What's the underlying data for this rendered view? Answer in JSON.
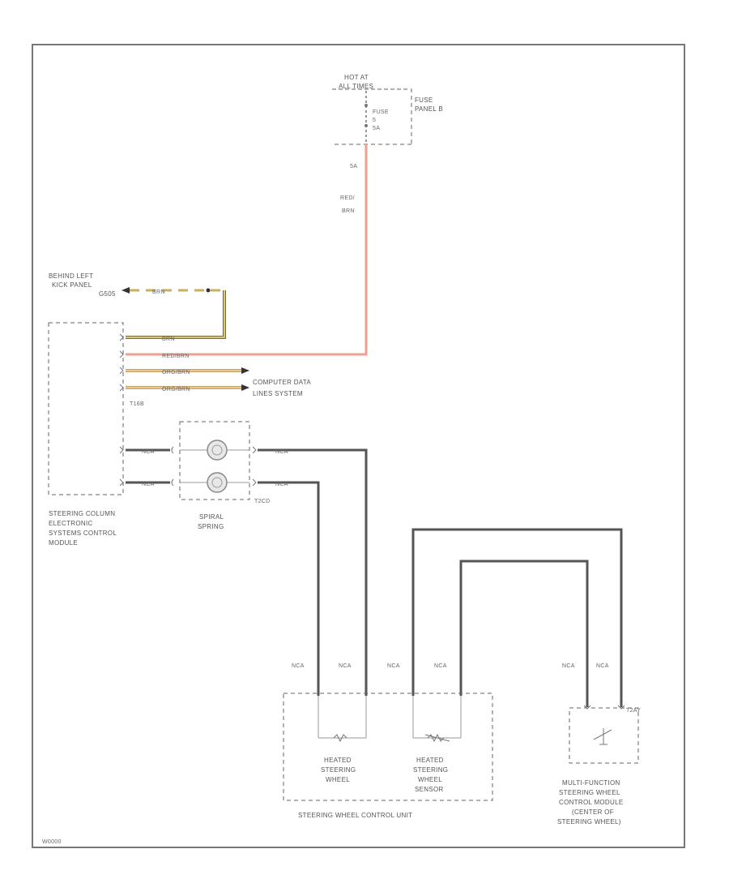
{
  "fuse_panel": {
    "hot_at_line1": "HOT AT",
    "hot_at_line2": "ALL TIMES",
    "fuse_label_line1": "FUSE",
    "fuse_label_line2": "5",
    "fuse_label_line3": "5A",
    "panel_label_line1": "FUSE",
    "panel_label_line2": "PANEL B",
    "pin": "5A"
  },
  "wires": {
    "red_brn_line1": "RED/",
    "red_brn_line2": "BRN",
    "ground_brn": "BRN",
    "brn": "BRN",
    "red_brn": "RED/BRN",
    "org_brn_1": "ORG/BRN",
    "org_brn_2": "ORG/BRN",
    "nca_1": "NCA",
    "nca_2": "NCA",
    "nca_3": "NCA",
    "nca_4": "NCA",
    "nca_5": "NCA",
    "nca_6": "NCA",
    "nca_7": "NCA",
    "nca_8": "NCA",
    "nca_9": "NCA",
    "nca_10": "NCA"
  },
  "ground": {
    "line1": "BEHIND LEFT",
    "line2": "KICK PANEL",
    "line3": "G505"
  },
  "data_lines": {
    "line1": "COMPUTER DATA",
    "line2": "LINES SYSTEM"
  },
  "connectors": {
    "t16b": "T16B",
    "t2cd": "T2CD",
    "t2ay": "T2AY"
  },
  "steering_column_module": {
    "line1": "STEERING COLUMN",
    "line2": "ELECTRONIC",
    "line3": "SYSTEMS CONTROL",
    "line4": "MODULE"
  },
  "clockspring": {
    "line1": "SPIRAL",
    "line2": "SPRING"
  },
  "heated_wheel": {
    "line1": "HEATED",
    "line2": "STEERING",
    "line3": "WHEEL"
  },
  "heated_wheel_sensor": {
    "line1": "HEATED",
    "line2": "STEERING",
    "line3": "WHEEL",
    "line4": "SENSOR"
  },
  "control_unit": {
    "label": "STEERING WHEEL CONTROL UNIT"
  },
  "multifunction_module": {
    "line1": "MULTI-FUNCTION",
    "line2": "STEERING WHEEL",
    "line3": "CONTROL MODULE",
    "line4": "(CENTER OF",
    "line5": "STEERING WHEEL)"
  },
  "footer": {
    "code": "W0000"
  }
}
